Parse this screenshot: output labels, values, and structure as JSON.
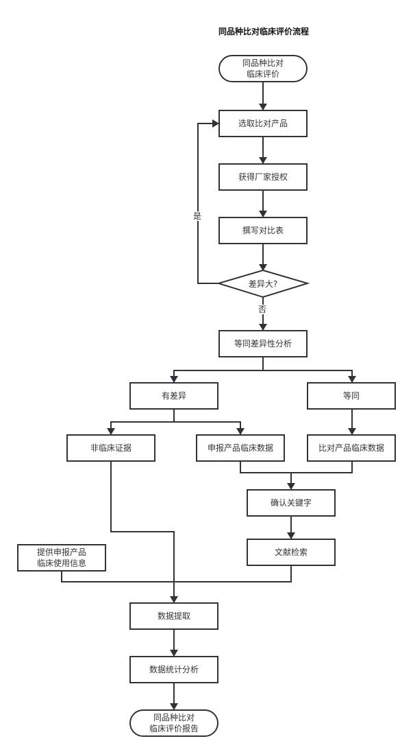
{
  "title": "同品种比对临床评价流程",
  "nodes": {
    "start": "同品种比对\n临床评价",
    "select": "选取比对产品",
    "authorize": "获得厂家授权",
    "compare_table": "撰写对比表",
    "decision": "差异大?",
    "analysis": "等同差异性分析",
    "different": "有差异",
    "equivalent": "等同",
    "nonclinical": "非临床证据",
    "applicant_data": "申报产品临床数据",
    "comparator_data": "比对产品临床数据",
    "keywords": "确认关键字",
    "literature": "文献检索",
    "usage_info": "提供申报产品\n临床使用信息",
    "extract": "数据提取",
    "statistics": "数据统计分析",
    "end": "同品种比对\n临床评价报告"
  },
  "edge_labels": {
    "yes": "是",
    "no": "否"
  }
}
